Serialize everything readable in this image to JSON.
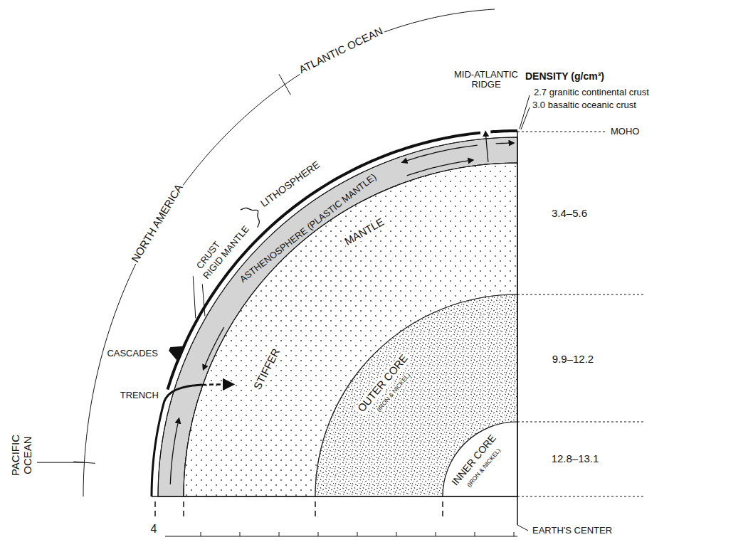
{
  "diagram": {
    "nodes": [
      {
        "text": [
          "ASTHENOSPHERE (PLASTIC MANTLE)"
        ]
      },
      {
        "text": [
          "MANTLE",
          "STIFFER"
        ]
      },
      {
        "text": [
          "OUTER CORE",
          "(IRON & NICKEL)"
        ]
      },
      {
        "text": [
          "INNER CORE",
          "(IRON & NICKEL)"
        ]
      }
    ],
    "labels": [
      "ATLANTIC OCEAN",
      "NORTH AMERICA",
      "PACIFIC OCEAN",
      "MID-ATLANTIC RIDGE",
      "LITHOSPHERE",
      "CRUST",
      "RIGID MANTLE",
      "CASCADES",
      "TRENCH",
      "DENSITY (g/cm³)",
      "2.7 granitic continental crust",
      "3.0 basaltic oceanic crust",
      "MOHO",
      "3.4–5.6",
      "9.9–12.2",
      "12.8–13.1",
      "EARTH'S CENTER",
      "4"
    ]
  }
}
